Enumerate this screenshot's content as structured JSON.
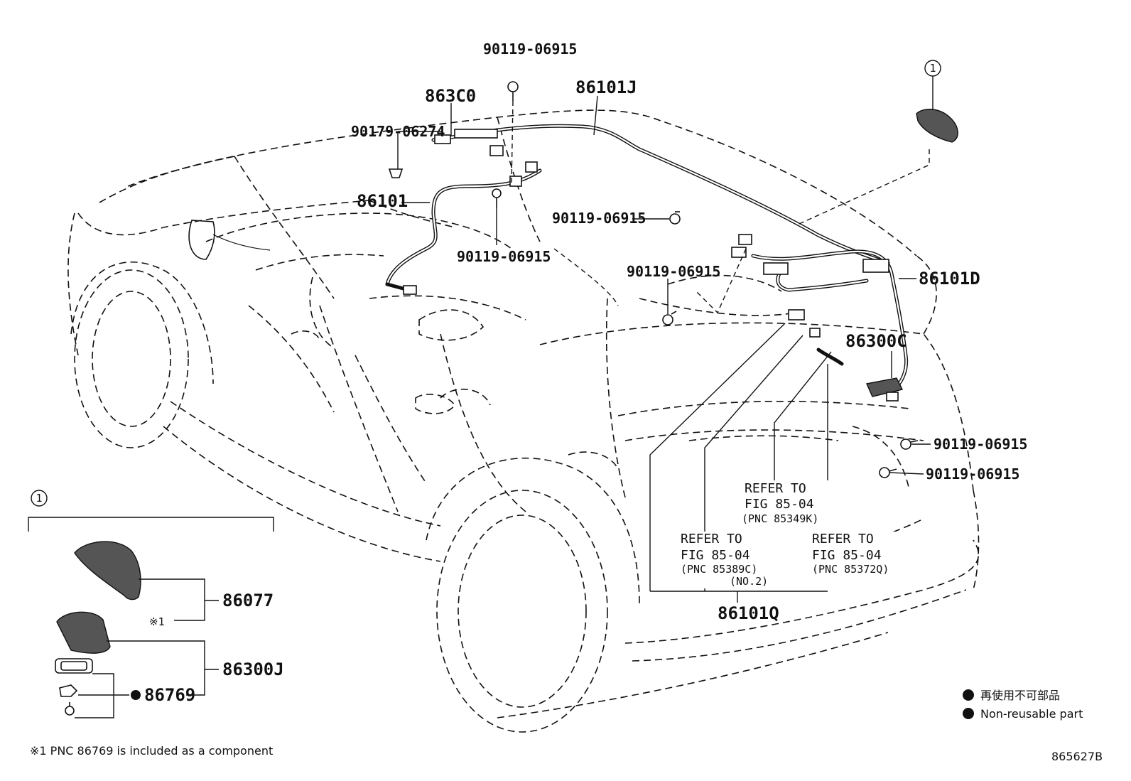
{
  "labels": {
    "bolt_top": "90119-06915",
    "antenna_cord_J": "86101J",
    "part_863C0": "863C0",
    "clip_90179": "90179-06274",
    "cord_86101": "86101",
    "bolt_mid_right": "90119-06915",
    "bolt_mid_center": "90119-06915",
    "bolt_lower_mid": "90119-06915",
    "cord_D": "86101D",
    "amp_86300C": "86300C",
    "bolt_right_1": "90119-06915",
    "bolt_right_2": "90119-06915",
    "ref_1": {
      "line1": "REFER TO",
      "line2": "FIG 85-04",
      "line3": "(PNC 85349K)"
    },
    "ref_2": {
      "line1": "REFER TO",
      "line2": "FIG 85-04",
      "line3": "(PNC 85389C)",
      "line4": "(NO.2)"
    },
    "ref_3": {
      "line1": "REFER TO",
      "line2": "FIG 85-04",
      "line3": "(PNC 85372Q)"
    },
    "cord_Q": "86101Q",
    "callout_top": "1",
    "callout_inset": "1",
    "antenna_86077": "86077",
    "mark_x1": "※1",
    "antenna_86300J": "86300J",
    "gasket_86769": "86769"
  },
  "legend": {
    "item_jp": "再使用不可部品",
    "item_en": "Non-reusable part"
  },
  "footnote": "※1 PNC 86769 is included as a component",
  "figure_id": "865627B"
}
